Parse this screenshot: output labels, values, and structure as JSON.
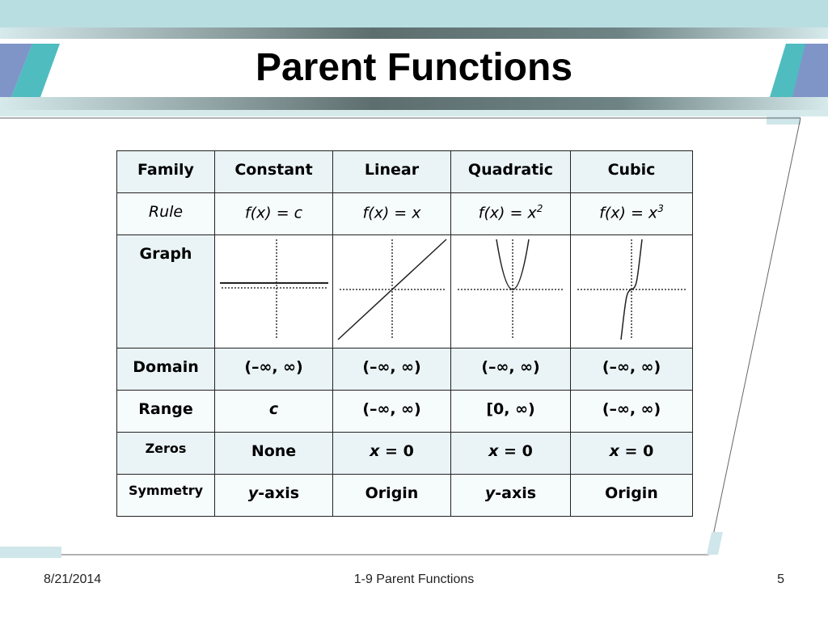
{
  "title": "Parent Functions",
  "table": {
    "header": [
      "Family",
      "Constant",
      "Linear",
      "Quadratic",
      "Cubic"
    ],
    "rule_label": "Rule",
    "rules": [
      {
        "base": "f(x) = c",
        "sup": ""
      },
      {
        "base": "f(x) = x",
        "sup": ""
      },
      {
        "base": "f(x) = x",
        "sup": "2"
      },
      {
        "base": "f(x) = x",
        "sup": "3"
      }
    ],
    "graph_label": "Graph",
    "graphs": [
      "constant",
      "linear",
      "quadratic",
      "cubic"
    ],
    "domain_label": "Domain",
    "domain": [
      "(–∞, ∞)",
      "(–∞, ∞)",
      "(–∞, ∞)",
      "(–∞, ∞)"
    ],
    "range_label": "Range",
    "range": [
      "c",
      "(–∞, ∞)",
      "[0, ∞)",
      "(–∞, ∞)"
    ],
    "zeros_label": "Zeros",
    "zeros": [
      {
        "var": "",
        "rest": "None"
      },
      {
        "var": "x",
        "rest": " = 0"
      },
      {
        "var": "x",
        "rest": " = 0"
      },
      {
        "var": "x",
        "rest": " = 0"
      }
    ],
    "symmetry_label": "Symmetry",
    "symmetry": [
      {
        "var": "y",
        "rest": "-axis"
      },
      {
        "var": "",
        "rest": "Origin"
      },
      {
        "var": "y",
        "rest": "-axis"
      },
      {
        "var": "",
        "rest": "Origin"
      }
    ]
  },
  "footer": {
    "date": "8/21/2014",
    "center": "1-9 Parent Functions",
    "page": "5"
  },
  "colors": {
    "band": "#5d6e6e",
    "light_teal": "#b9dee2",
    "accent_teal": "#4fbcc0",
    "accent_blue": "#7f95c8",
    "cell_bg": "#eaf4f6"
  }
}
